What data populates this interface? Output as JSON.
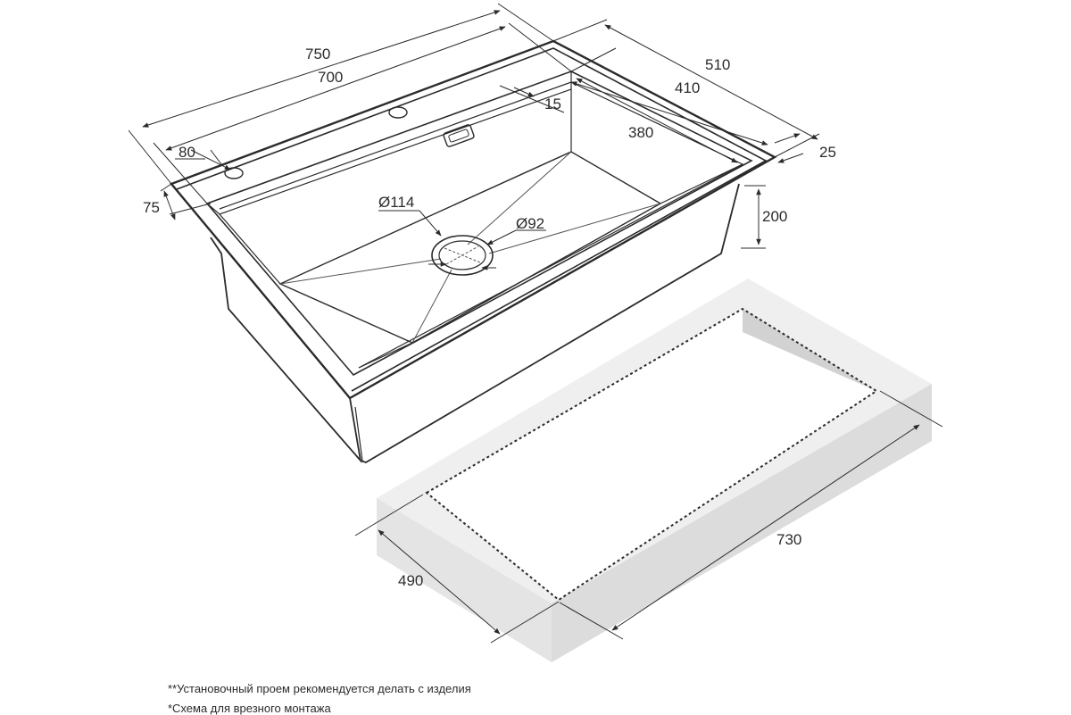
{
  "dimensions": {
    "overall_length": "750",
    "inner_length": "700",
    "overall_width": "510",
    "inner_width": "410",
    "bowl_width": "380",
    "rim_offset": "15",
    "deck_offset": "25",
    "tap_hole_offset_x": "80",
    "tap_hole_offset_y": "75",
    "depth": "200",
    "drain_outer_diameter": "Ø114",
    "drain_inner_diameter": "Ø92",
    "cutout_length": "730",
    "cutout_width": "490"
  },
  "notes": {
    "cutout_note": "**Установочный проем рекомендуется делать с изделия",
    "mounting_note": "*Схема для врезного монтажа"
  },
  "colors": {
    "line": "#2b2b2b",
    "countertop_top": "#efefef",
    "countertop_side": "#dedede"
  }
}
